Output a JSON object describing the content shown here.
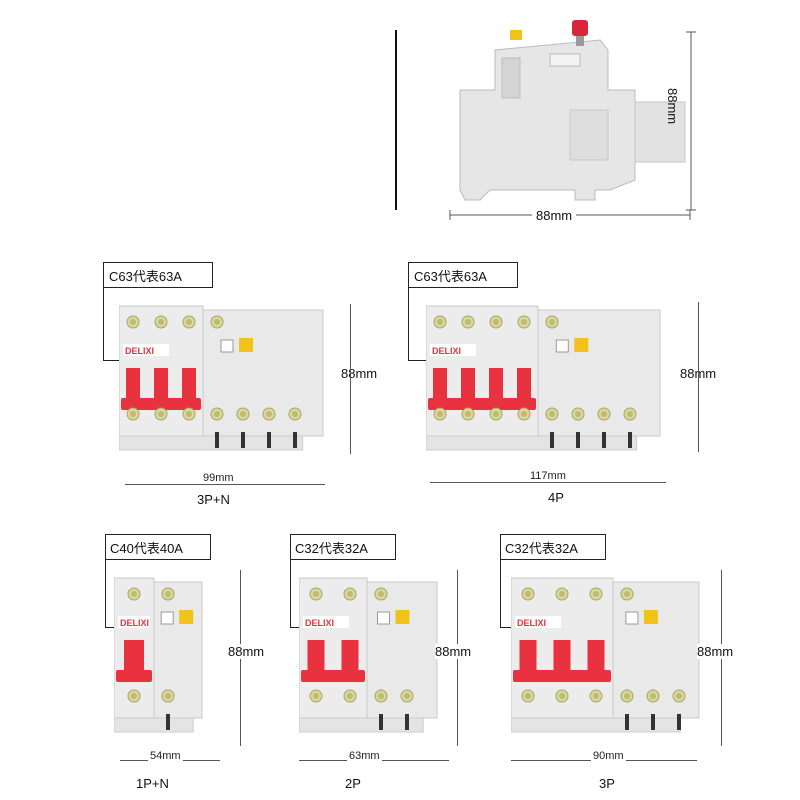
{
  "side_view": {
    "height_label": "88mm",
    "width_label": "88mm"
  },
  "products": [
    {
      "id": "3pn",
      "rating_label": "C63代表63A",
      "width_label": "99mm",
      "height_label": "88mm",
      "pole_label": "3P+N"
    },
    {
      "id": "4p",
      "rating_label": "C63代表63A",
      "width_label": "117mm",
      "height_label": "88mm",
      "pole_label": "4P"
    },
    {
      "id": "1pn",
      "rating_label": "C40代表40A",
      "width_label": "54mm",
      "height_label": "88mm",
      "pole_label": "1P+N"
    },
    {
      "id": "2p",
      "rating_label": "C32代表32A",
      "width_label": "63mm",
      "height_label": "88mm",
      "pole_label": "2P"
    },
    {
      "id": "3p",
      "rating_label": "C32代表32A",
      "width_label": "90mm",
      "height_label": "88mm",
      "pole_label": "3P"
    }
  ],
  "brand": "DELIXI",
  "colors": {
    "handle": "#e8323f",
    "body": "#ececec",
    "button": "#f2c21a",
    "dim_line": "#555555"
  }
}
